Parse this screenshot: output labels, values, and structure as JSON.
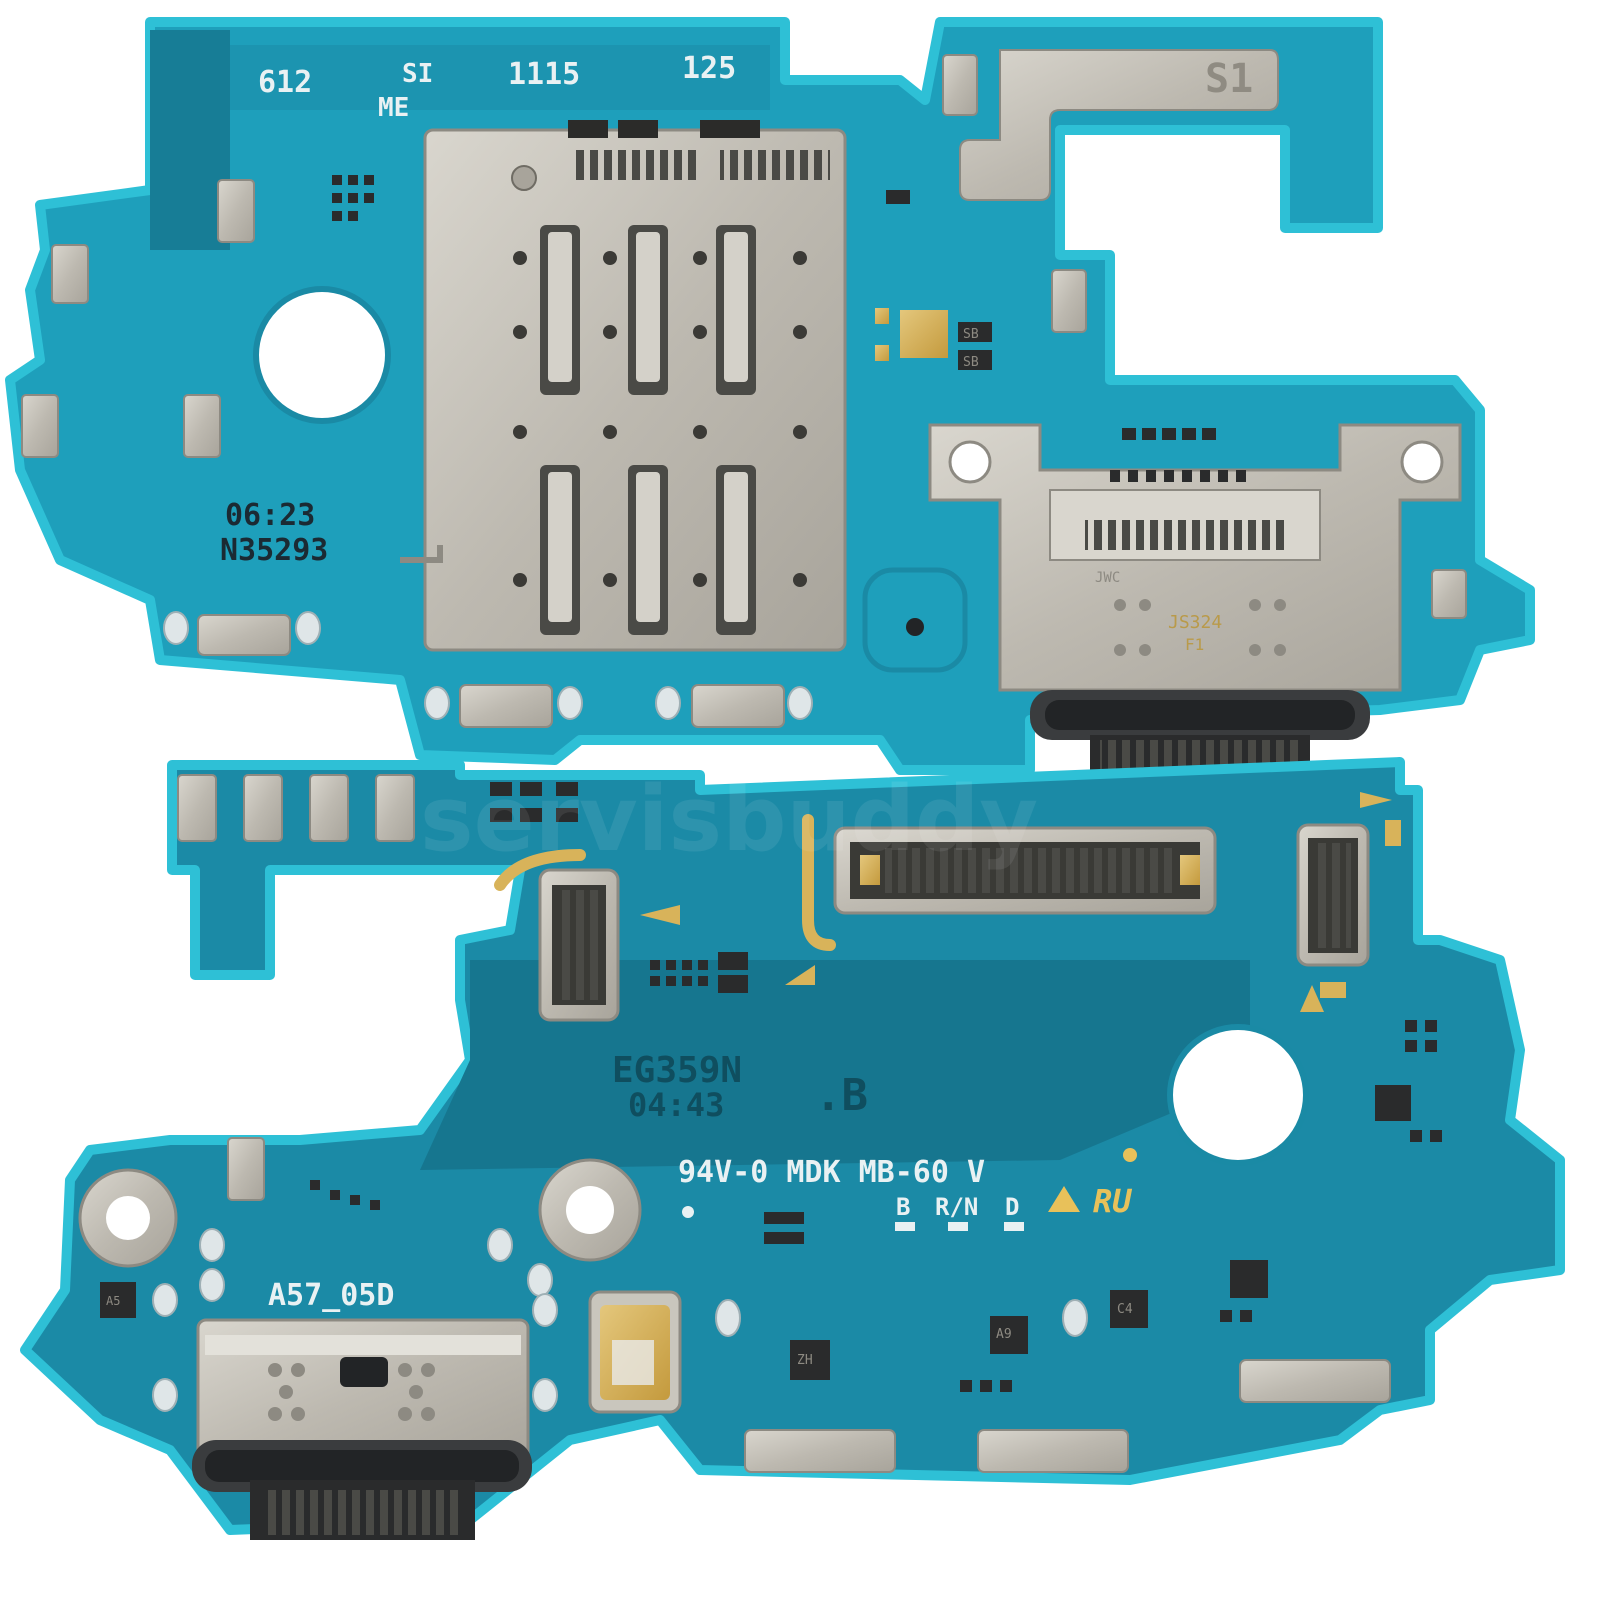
{
  "scene": {
    "description_free": true,
    "colors": {
      "background": "#ffffff",
      "pcb_light": "#1fa7c4",
      "pcb_mid": "#1c93ad",
      "pcb_dark": "#16768f",
      "edge": "#2ec0d6",
      "metal": "#c9c6bd",
      "metal_dark": "#8d8a82",
      "gold": "#d8b35a",
      "black": "#222426",
      "silk": "#e9f1f3",
      "print_dark": "#1b2a33"
    }
  },
  "top_board": {
    "silkscreen": {
      "code_a": "612",
      "code_b": "SI",
      "code_c": "ME",
      "code_d": "1115",
      "code_e": "125",
      "mark_s1": "S1",
      "date_line1": "06:23",
      "date_line2": "N35293",
      "connector_print1": "JS324",
      "connector_print2": "F1",
      "connector_print3": "JWC",
      "pad_marks": [
        "SB",
        "SB"
      ]
    }
  },
  "bottom_board": {
    "silkscreen": {
      "code_line1": "EG359N",
      "code_line2": "04:43",
      "revision": ".B",
      "rating": "94V-0 MDK MB-60 V",
      "label_b": "B",
      "label_rn": "R/N",
      "label_d": "D",
      "model": "A57_05D",
      "ul_mark": "RU",
      "chip_marks": [
        "A5",
        "C4",
        "A9",
        "ZH"
      ]
    }
  },
  "watermark": "servisbuddy"
}
